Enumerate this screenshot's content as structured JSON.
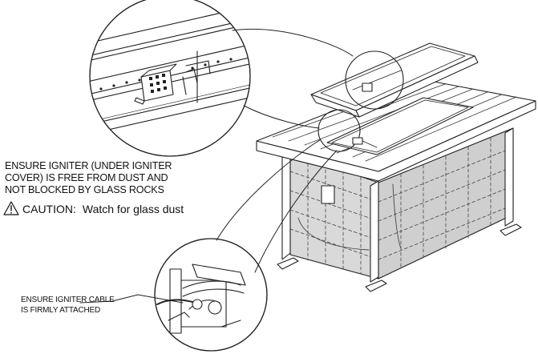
{
  "notes": {
    "igniter_cover": {
      "line1": "ENSURE IGNITER (UNDER IGNITER",
      "line2": "COVER) IS FREE FROM DUST AND",
      "line3": "NOT BLOCKED BY GLASS ROCKS"
    },
    "caution": {
      "label": "CAUTION:",
      "text": "Watch for glass dust",
      "icon": "warning-triangle-icon"
    },
    "igniter_cable": {
      "line1": "ENSURE IGNITER CABLE",
      "line2": "IS FIRMLY ATTACHED"
    }
  },
  "colors": {
    "line": "#222222",
    "mesh_fill": "#d9d9d9"
  }
}
